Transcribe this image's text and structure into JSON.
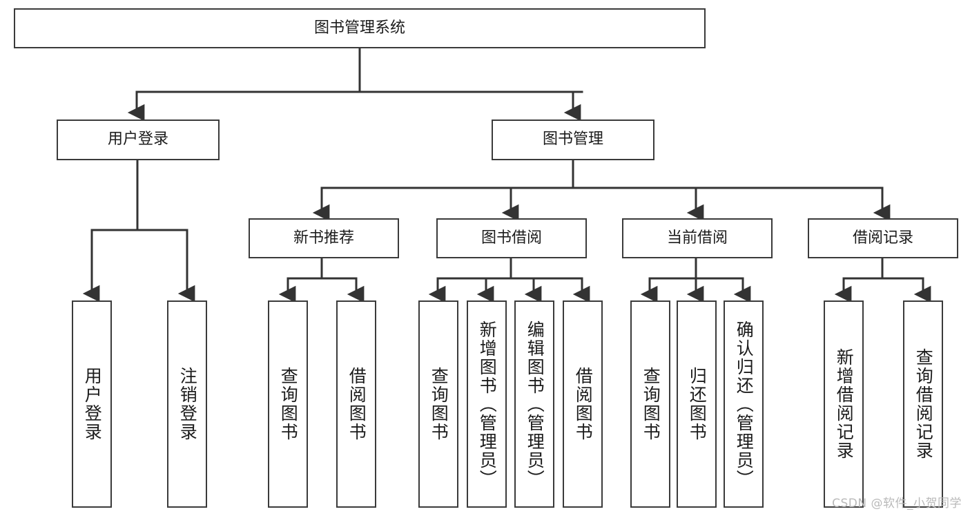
{
  "diagram": {
    "title": "图书管理系统",
    "type": "tree-hierarchy",
    "watermark": "CSDN @软件_小贺同学",
    "colors": {
      "border": "#3a3a3a",
      "fill": "#ffffff",
      "text": "#1b1b1b",
      "edge": "#333333",
      "watermark": "#b9b9b9"
    },
    "levels": {
      "root": [
        "图书管理系统"
      ],
      "level2": [
        "用户登录",
        "图书管理"
      ],
      "level3": [
        "新书推荐",
        "图书借阅",
        "当前借阅",
        "借阅记录"
      ],
      "leaves": [
        "用户登录",
        "注销登录",
        "查询图书",
        "借阅图书",
        "查询图书",
        "新增图书（管理员）",
        "编辑图书（管理员）",
        "借阅图书",
        "查询图书",
        "归还图书",
        "确认归还（管理员）",
        "新增借阅记录",
        "查询借阅记录"
      ]
    },
    "nodes": {
      "root": {
        "label": "图书管理系统"
      },
      "user_login": {
        "label": "用户登录"
      },
      "book_mgmt": {
        "label": "图书管理"
      },
      "new_book_rec": {
        "label": "新书推荐"
      },
      "book_borrow": {
        "label": "图书借阅"
      },
      "current_borrow": {
        "label": "当前借阅"
      },
      "borrow_record": {
        "label": "借阅记录"
      },
      "leaf_user_login": {
        "label": "用户登录"
      },
      "leaf_logout": {
        "label": "注销登录"
      },
      "leaf_query_book_1": {
        "label": "查询图书"
      },
      "leaf_borrow_book_1": {
        "label": "借阅图书"
      },
      "leaf_query_book_2": {
        "label": "查询图书"
      },
      "leaf_add_book": {
        "label": "新增图书（管理员）"
      },
      "leaf_edit_book": {
        "label": "编辑图书（管理员）"
      },
      "leaf_borrow_book_2": {
        "label": "借阅图书"
      },
      "leaf_query_book_3": {
        "label": "查询图书"
      },
      "leaf_return_book": {
        "label": "归还图书"
      },
      "leaf_confirm_return": {
        "label": "确认归还（管理员）"
      },
      "leaf_add_record": {
        "label": "新增借阅记录"
      },
      "leaf_query_record": {
        "label": "查询借阅记录"
      }
    }
  }
}
